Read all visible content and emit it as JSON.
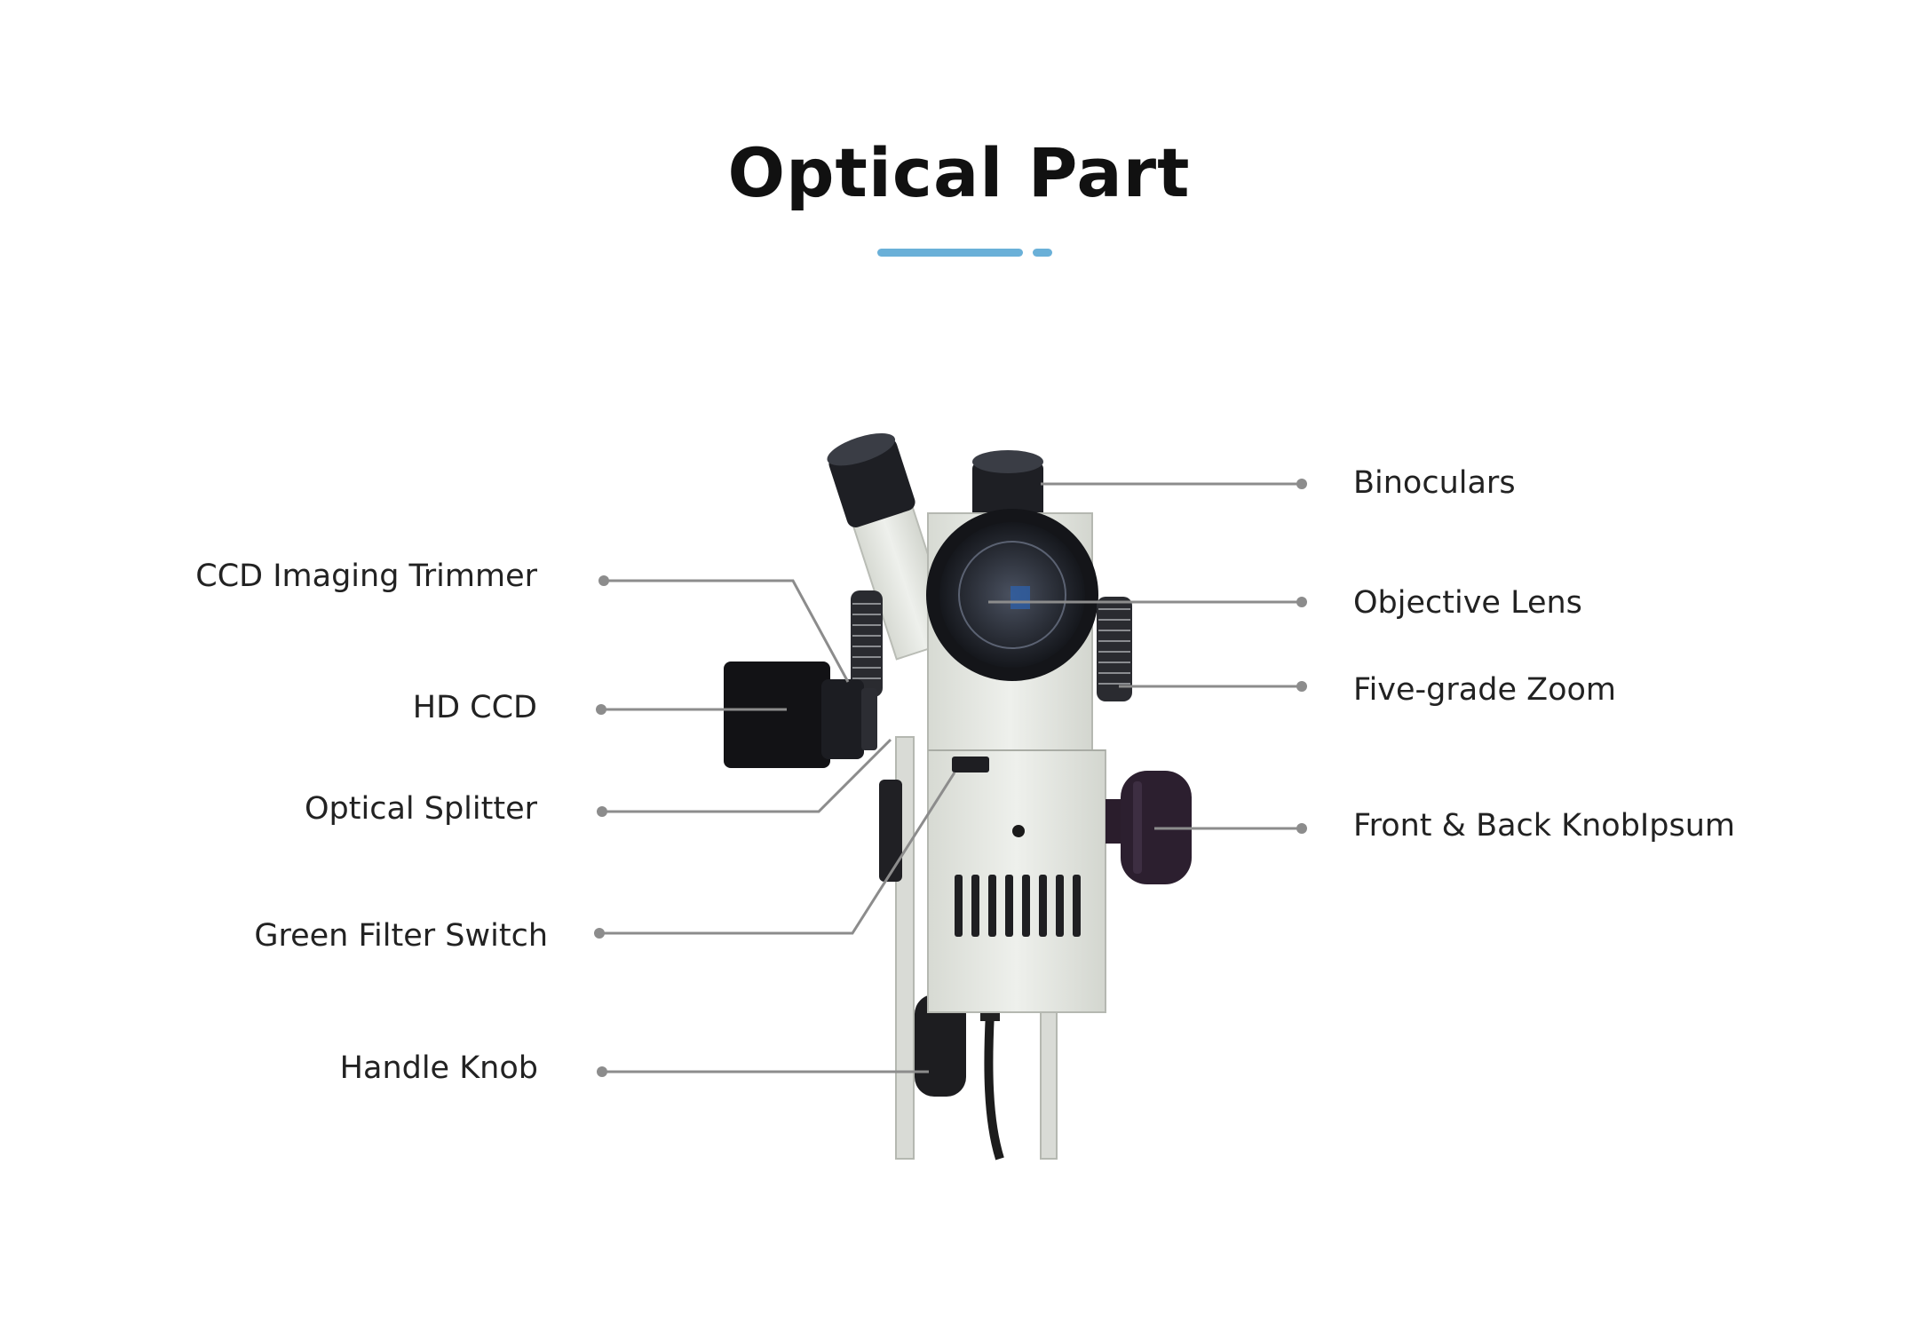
{
  "title": "Optical Part",
  "colors": {
    "accent": "#6AB0D8",
    "leader_line": "#8C8C8C",
    "body": "#E6E8E3",
    "dark": "#1A1A1E"
  },
  "labels_left": [
    {
      "id": "ccd-imaging-trimmer",
      "text": "CCD Imaging Trimmer"
    },
    {
      "id": "hd-ccd",
      "text": "HD CCD"
    },
    {
      "id": "optical-splitter",
      "text": "Optical Splitter"
    },
    {
      "id": "green-filter-switch",
      "text": "Green Filter Switch"
    },
    {
      "id": "handle-knob",
      "text": "Handle Knob"
    }
  ],
  "labels_right": [
    {
      "id": "binoculars",
      "text": "Binoculars"
    },
    {
      "id": "objective-lens",
      "text": "Objective Lens"
    },
    {
      "id": "five-grade-zoom",
      "text": "Five-grade Zoom"
    },
    {
      "id": "front-back-knob",
      "text": "Front & Back KnobIpsum"
    }
  ],
  "image": {
    "subject": "colposcope-optical-head"
  }
}
